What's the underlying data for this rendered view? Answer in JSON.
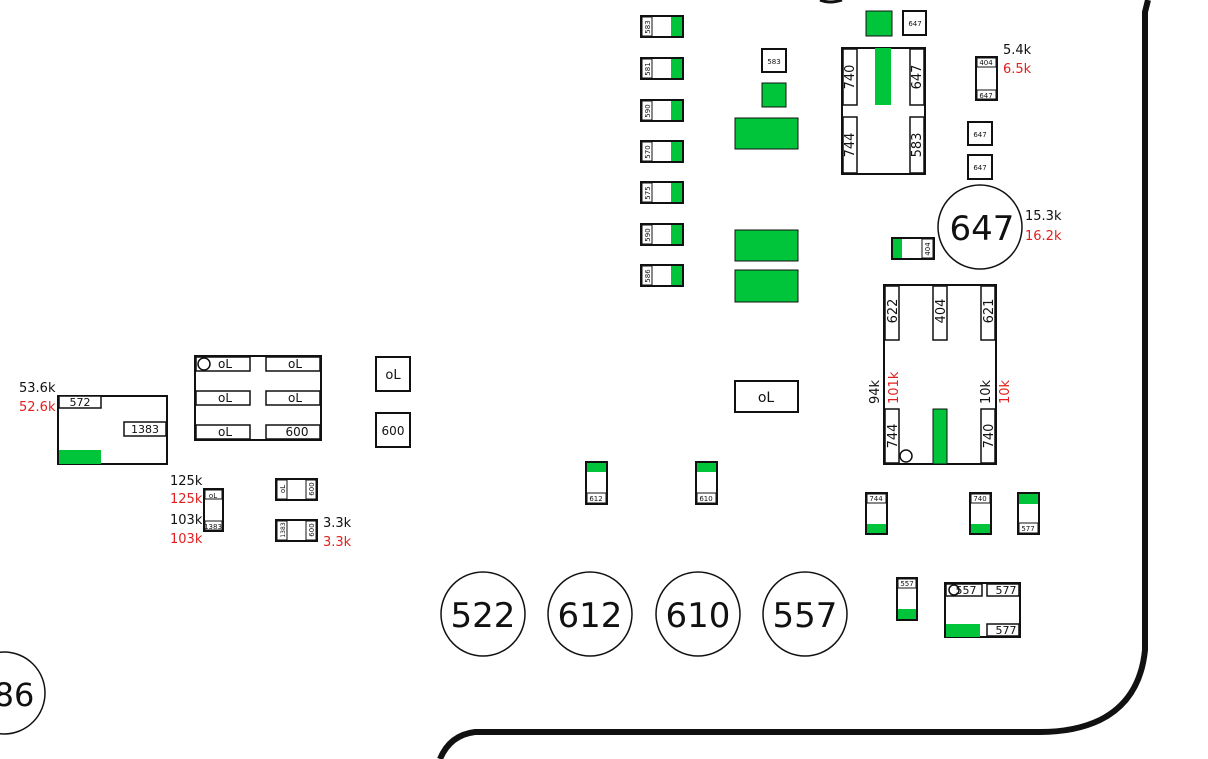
{
  "colors": {
    "pad": "#00c43a",
    "ink": "#1a1a1a",
    "red": "#e02020",
    "outline": "#111111"
  },
  "circles": {
    "c647": "647",
    "c522": "522",
    "c612": "612",
    "c610": "610",
    "c557": "557",
    "c86": "86"
  },
  "labels": {
    "ol": "oL",
    "v600": "600",
    "v572": "572",
    "v1383": "1383",
    "v647": "647",
    "v583": "583",
    "v740": "740",
    "v744": "744",
    "v622": "622",
    "v404": "404",
    "v621": "621",
    "v612": "612",
    "v610": "610",
    "v577": "577",
    "v557": "557",
    "v581": "581",
    "v590": "590",
    "v570": "570",
    "v575": "575",
    "v586": "586"
  },
  "measurements": {
    "m536_b": "53.6k",
    "m536_r": "52.6k",
    "m125_b": "125k",
    "m125_r": "125k",
    "m103_b": "103k",
    "m103_r": "103k",
    "m33_b": "3.3k",
    "m33_r": "3.3k",
    "m54_b": "5.4k",
    "m54_r": "6.5k",
    "m153_b": "15.3k",
    "m153_r": "16.2k",
    "m94_b": "94k",
    "m94_r": "101k",
    "m10_b": "10k",
    "m10_r": "10k"
  }
}
